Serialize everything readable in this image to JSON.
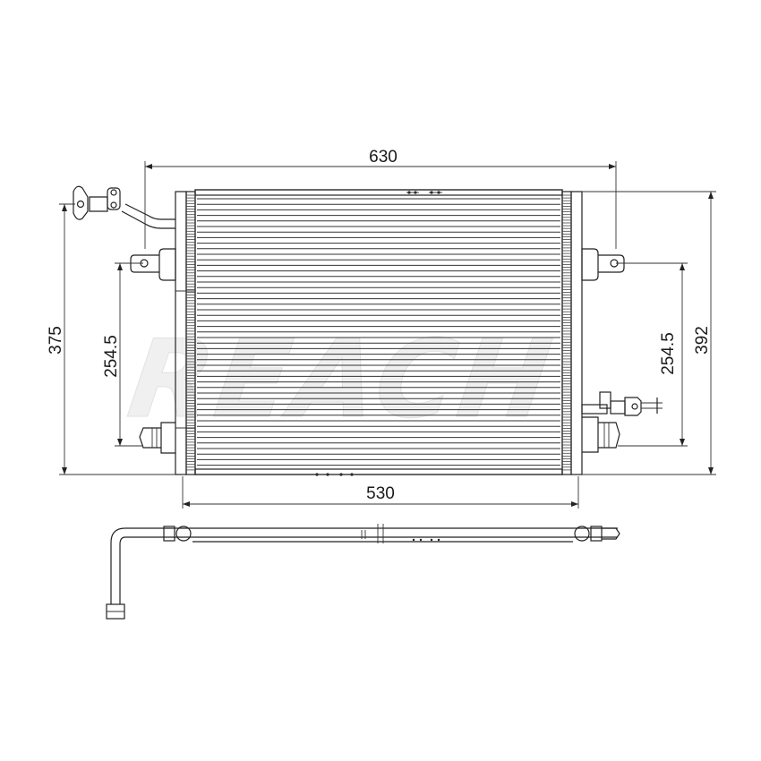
{
  "watermark": "REACH",
  "dimensions": {
    "overall_width": "630",
    "core_width": "530",
    "left_height": "375",
    "right_height": "392",
    "left_bracket_spacing": "254.5",
    "right_bracket_spacing": "254.5"
  }
}
